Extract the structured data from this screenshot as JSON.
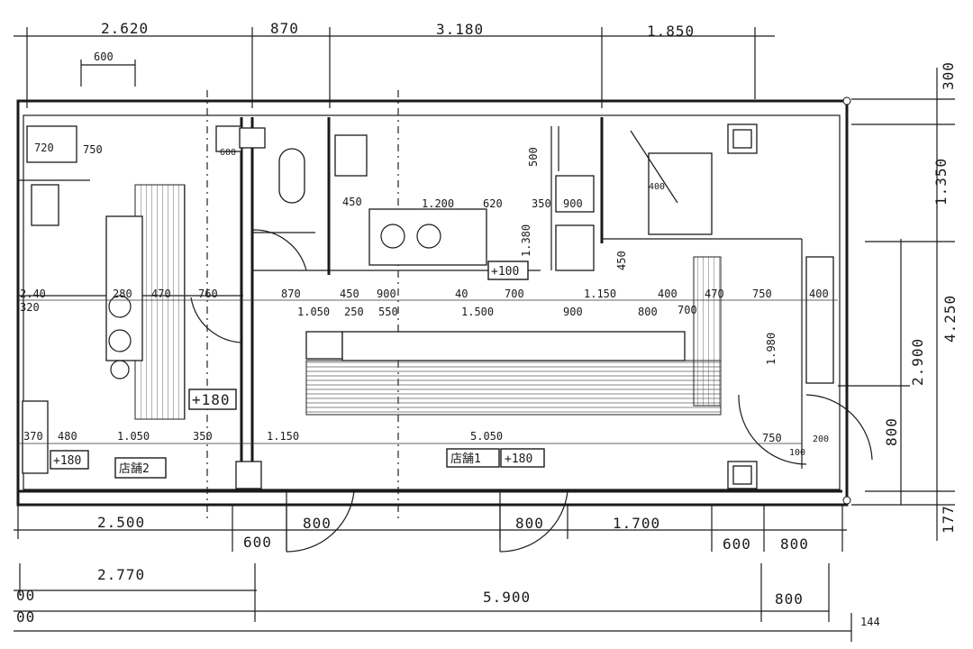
{
  "top_dimensions": {
    "row1": [
      "2.620",
      "870",
      "3.180",
      "1.850"
    ],
    "row2": [
      "600"
    ]
  },
  "right_dimensions": {
    "outer": [
      "300",
      "1.350",
      "4.250",
      "177"
    ],
    "inner": [
      "2.900",
      "800"
    ]
  },
  "bottom_dimensions": {
    "row1": [
      "2.500",
      "800",
      "800",
      "1.700"
    ],
    "row2": [
      "600",
      "600",
      "800"
    ],
    "row3": [
      "2.770"
    ],
    "row4": [
      "00",
      "5.900",
      "800"
    ],
    "row5": [
      "00",
      "144"
    ]
  },
  "labels": {
    "shop1": "店舗1",
    "shop2": "店舗2",
    "level_shop1": "+180",
    "level_shop2": "+180",
    "level_mid": "+180",
    "level_kitchen": "+100"
  },
  "inner_dims": {
    "a": [
      "2.40",
      "280",
      "470",
      "760",
      "870",
      "450",
      "900",
      "40",
      "700",
      "1.150",
      "400",
      "470",
      "750",
      "400"
    ],
    "b": [
      "320",
      "1.050",
      "250",
      "550",
      "1.500",
      "900",
      "800",
      "700"
    ],
    "c": [
      "370",
      "480",
      "1.050",
      "350",
      "1.150",
      "5.050",
      "750",
      "200",
      "100"
    ],
    "d": [
      "720",
      "750",
      "600",
      "450",
      "1.200",
      "620",
      "350",
      "900",
      "400",
      "500",
      "1.380",
      "450",
      "1.980"
    ]
  }
}
